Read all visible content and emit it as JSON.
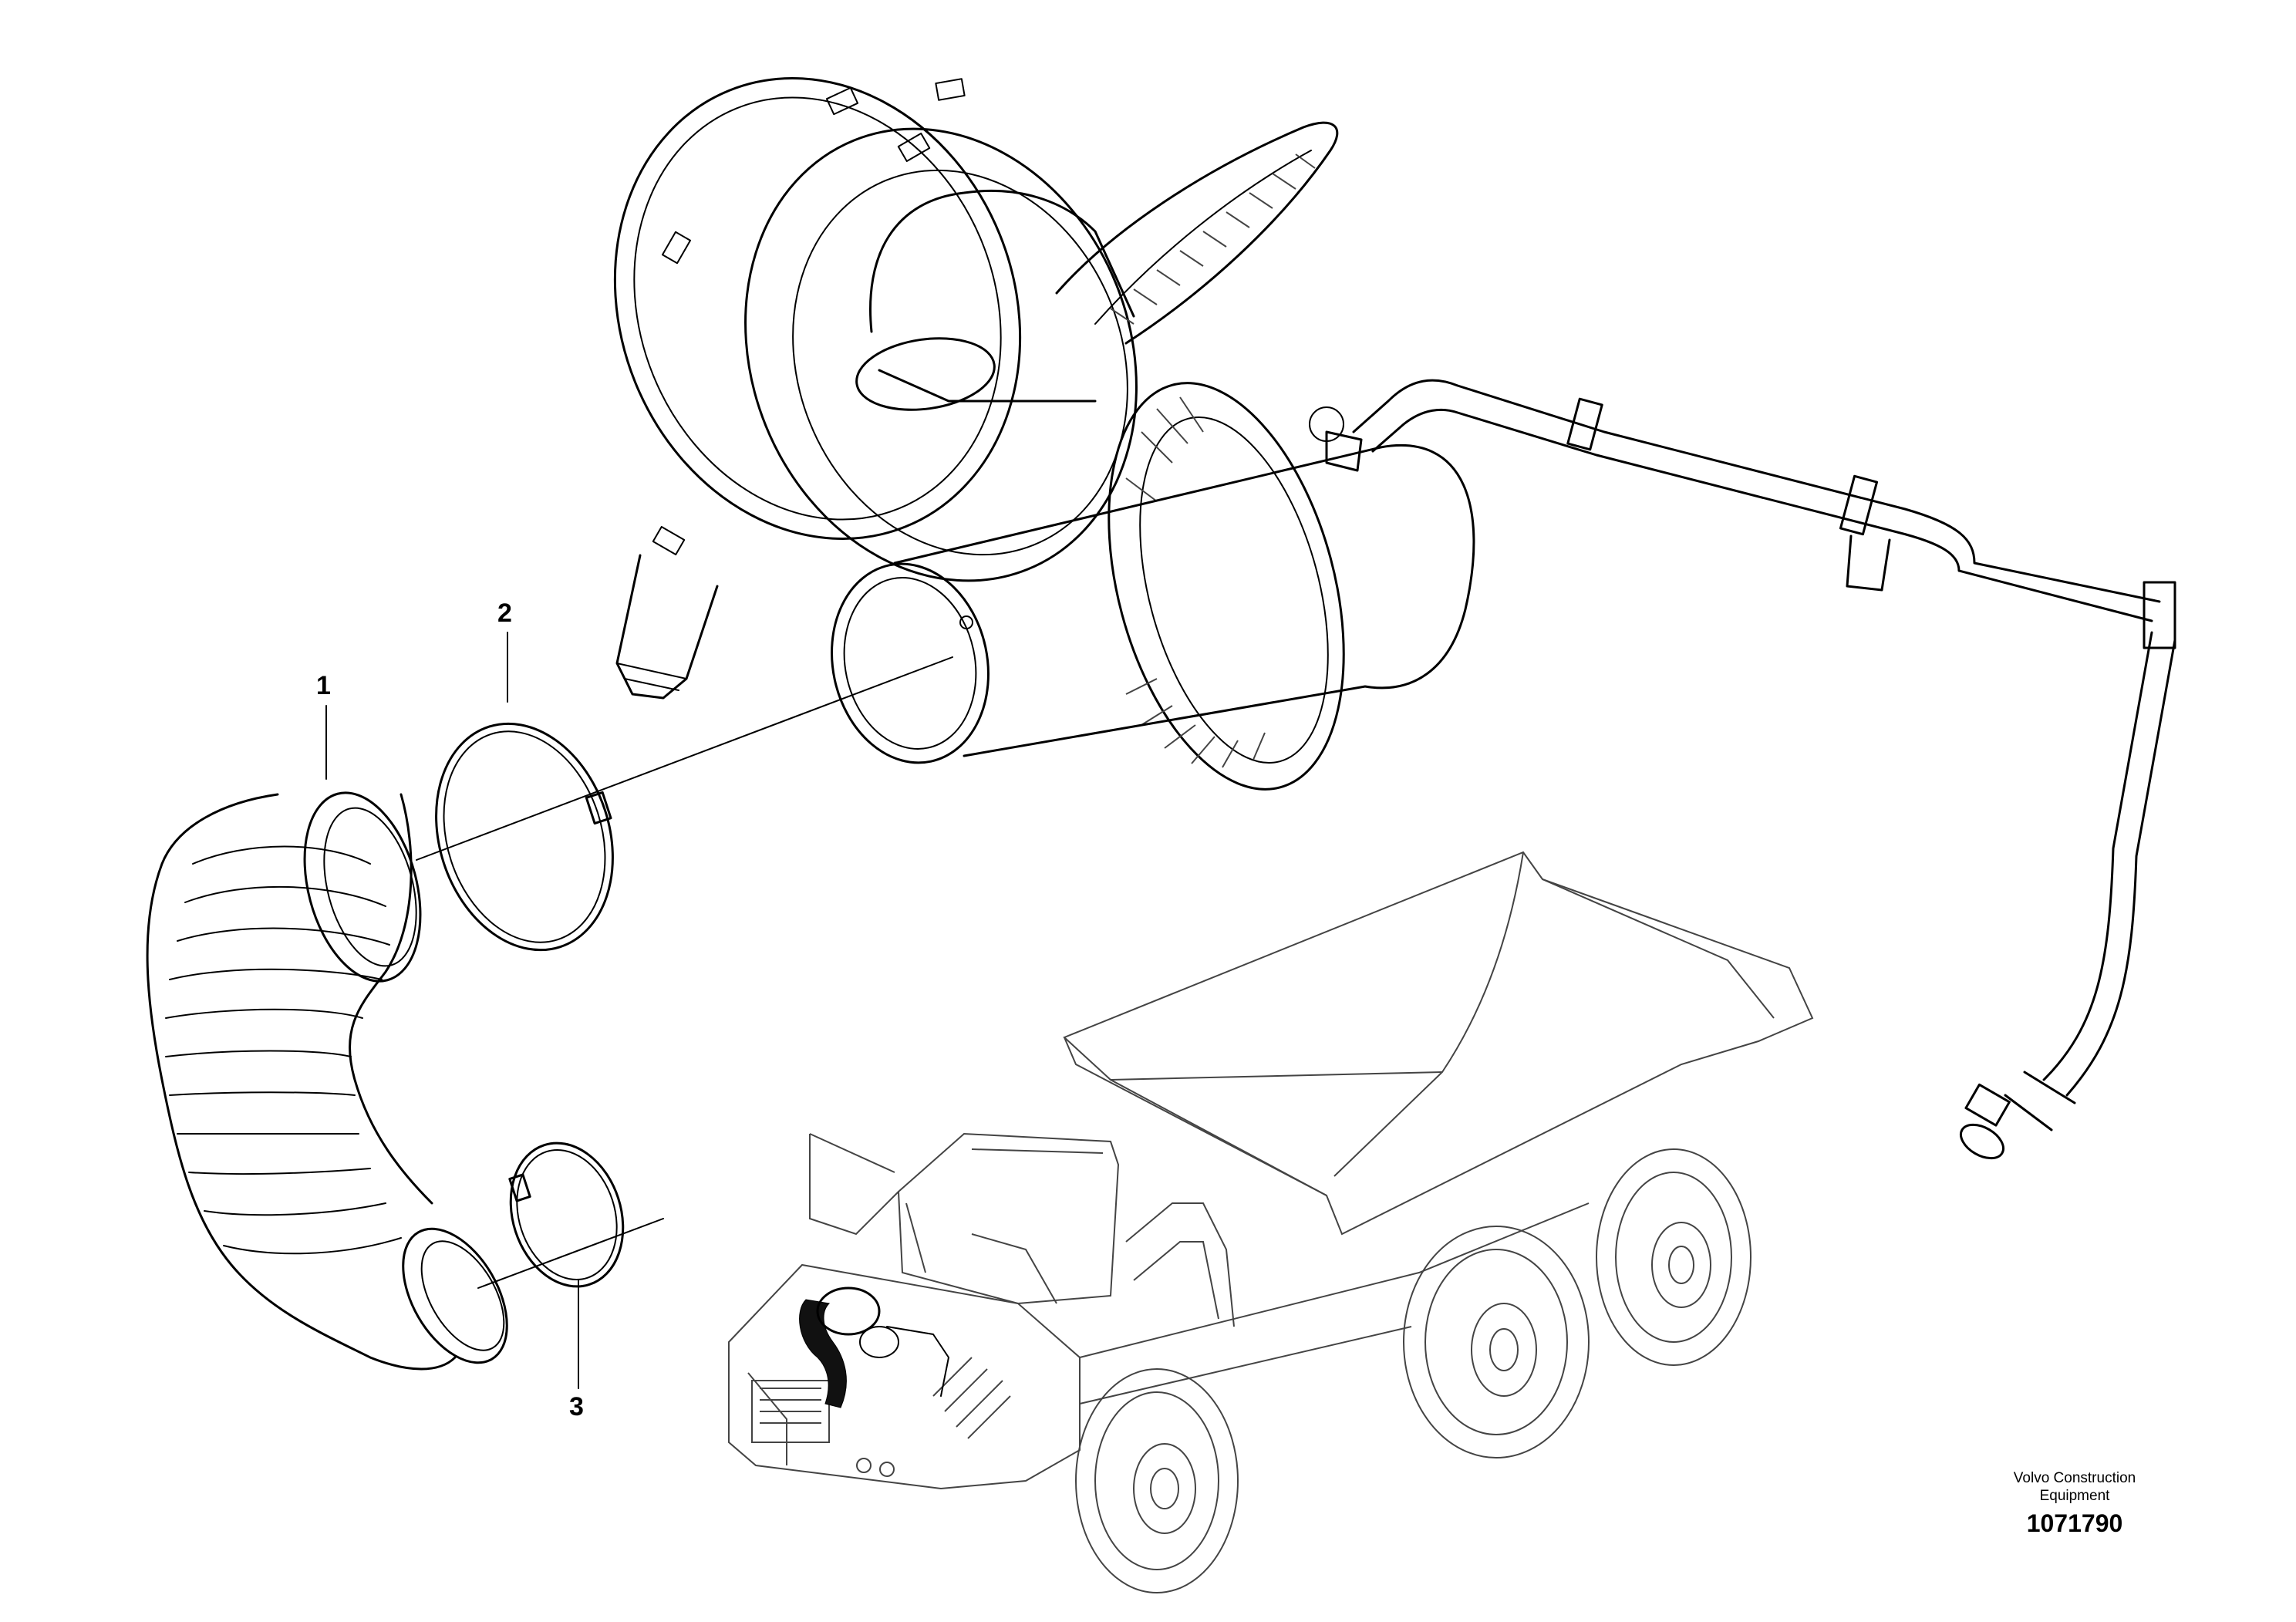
{
  "callouts": {
    "item_1": "1",
    "item_2": "2",
    "item_3": "3"
  },
  "brand": {
    "line1": "Volvo Construction",
    "line2": "Equipment"
  },
  "drawing_number": "1071790"
}
